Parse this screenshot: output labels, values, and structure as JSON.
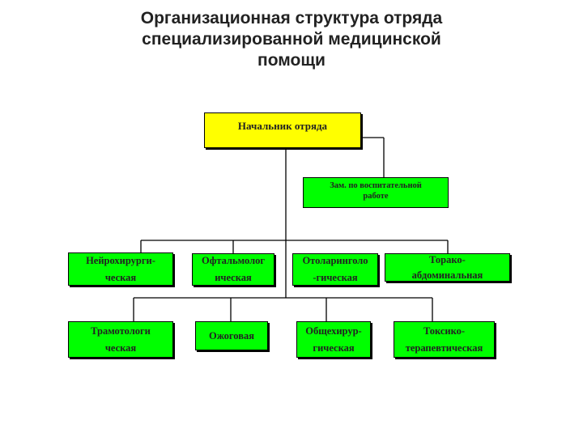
{
  "title": {
    "line1": "Организационная структура отряда",
    "line2": "специализированной медицинской",
    "line3": "помощи"
  },
  "colors": {
    "head_fill": "#ffff00",
    "unit_fill": "#00ff00",
    "border": "#000000",
    "text": "#222222"
  },
  "head": {
    "label": "Начальник отряда"
  },
  "deputy": {
    "line1": "Зам. по воспитательной",
    "line2": "работе"
  },
  "row1": [
    {
      "line1": "Нейрохирурги-",
      "line2": "ческая"
    },
    {
      "line1": "Офтальмолог",
      "line2": "ическая"
    },
    {
      "line1": "Отоларинголо",
      "line2": "-гическая"
    },
    {
      "line1": "Торако-",
      "line2": "абдоминальная"
    }
  ],
  "row2": [
    {
      "line1": "Трамотологи",
      "line2": "ческая"
    },
    {
      "line1": "Ожоговая",
      "line2": ""
    },
    {
      "line1": "Общехирур-",
      "line2": "гическая"
    },
    {
      "line1": "Токсико-",
      "line2": "терапевтическая"
    }
  ]
}
